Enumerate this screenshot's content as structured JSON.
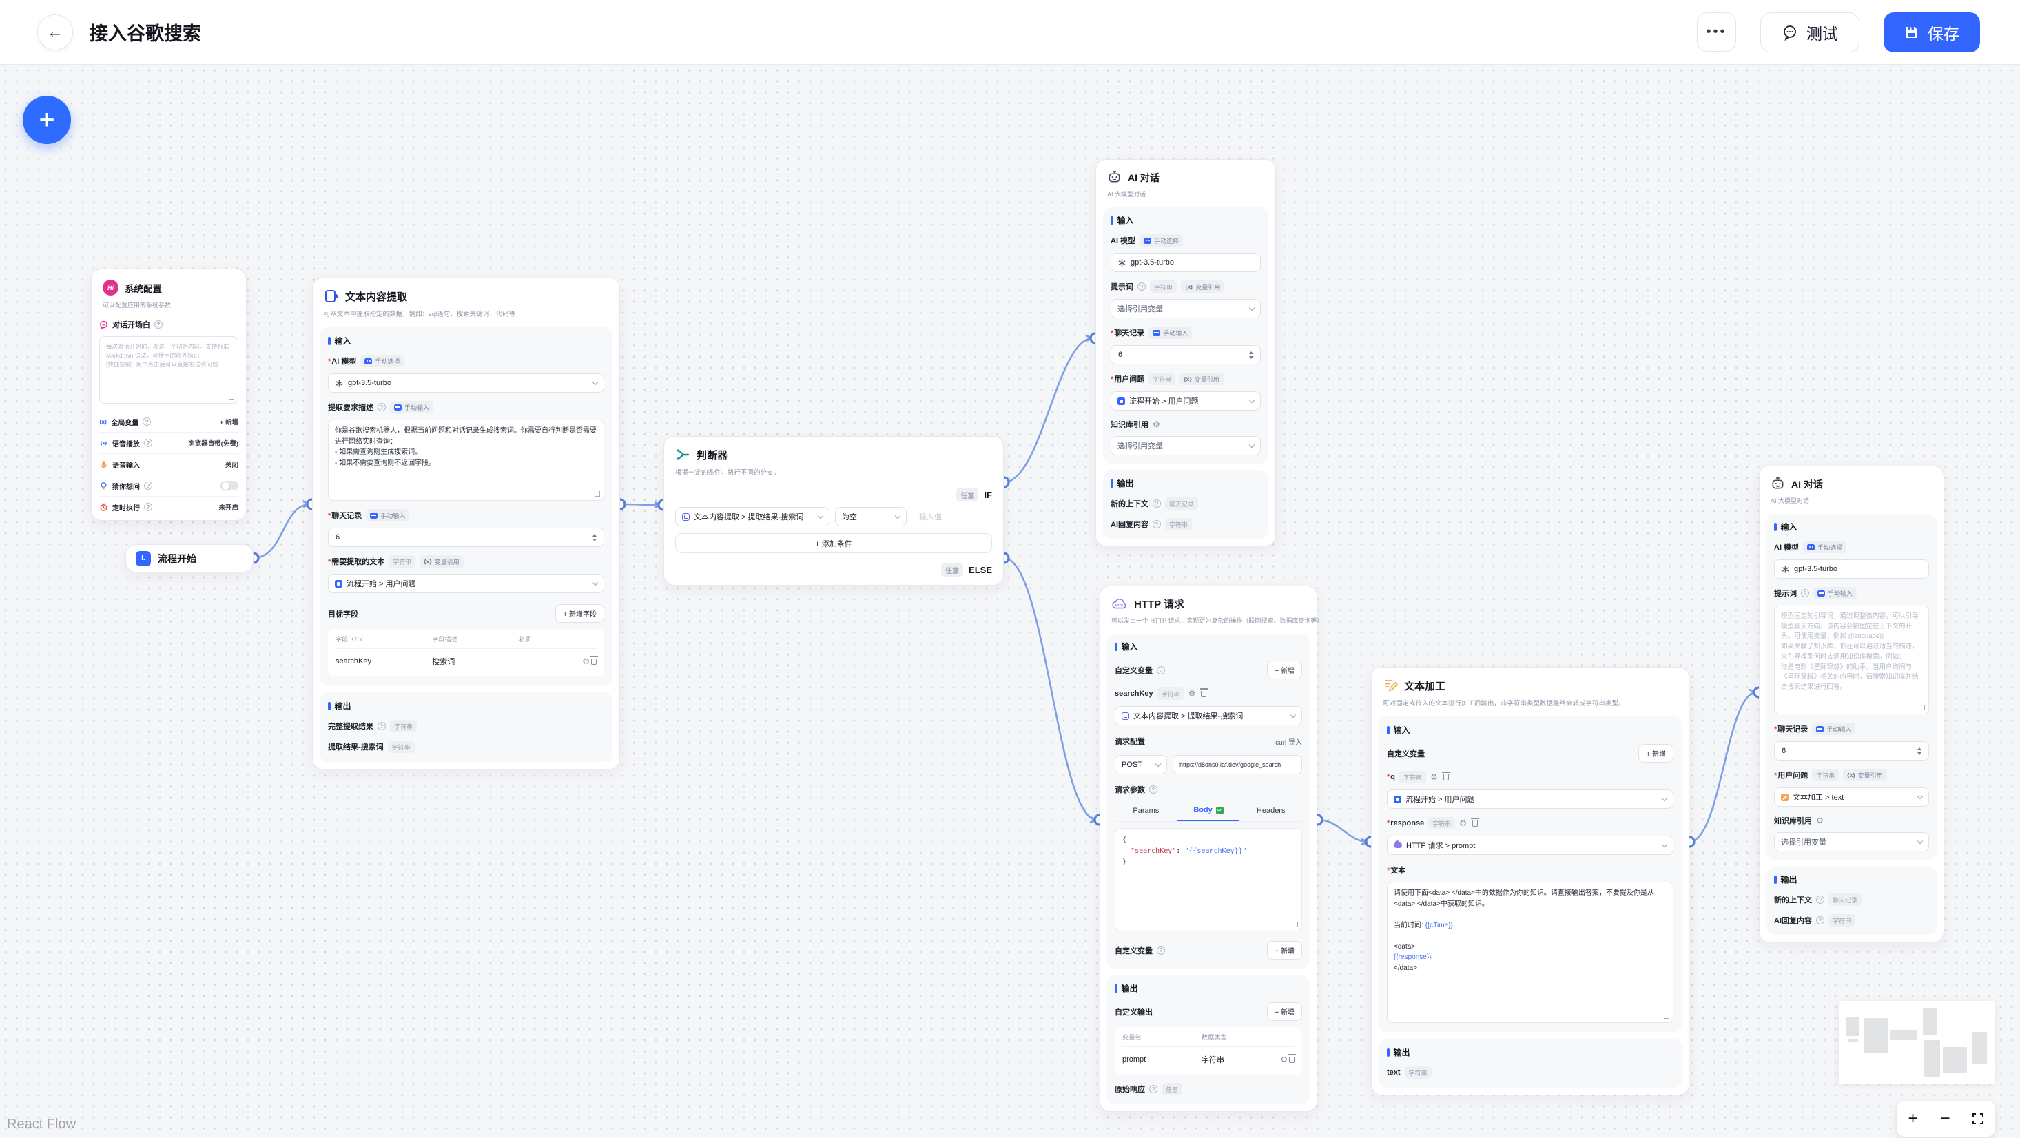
{
  "colors": {
    "primary": "#3365ff",
    "edge": "#7e9fe3",
    "brand_pink": "#e0318f",
    "judge_teal": "#0d9488",
    "http_purple": "#8a7ce8",
    "textedit_orange": "#f3a64c"
  },
  "header": {
    "title": "接入谷歌搜索",
    "more": "•••",
    "test": "测试",
    "save": "保存"
  },
  "canvas": {
    "attribution": "React Flow",
    "zoom_in": "+",
    "zoom_out": "−"
  },
  "labels": {
    "input": "输入",
    "output": "输出",
    "manual_select": "手动选择",
    "manual_input": "手动输入",
    "string": "字符串",
    "var_ref": "变量引用",
    "chat_history_type": "聊天记录",
    "any": "任意",
    "add": "+ 新增",
    "choose_var": "选择引用变量",
    "ai_model": "AI 模型",
    "prompt": "提示词",
    "chat_history": "聊天记录",
    "user_question": "用户问题",
    "kb_ref": "知识库引用",
    "new_context": "新的上下文",
    "ai_reply": "AI回复内容",
    "model": "gpt-3.5-turbo",
    "rounds": "6",
    "ref_start_question": "流程开始 > 用户问题",
    "ref_extract_result": "文本内容提取 > 提取结果-搜索词",
    "varref_icon": "{x}"
  },
  "system": {
    "title": "系统配置",
    "avatar": "Hi",
    "desc": "可以配置应用的系统参数",
    "welcome_label": "对话开场白",
    "welcome_placeholder": "每次对话开始前，发送一个初始内容。支持标准 Markdown 语法，可使用的额外标记:\n[快捷按键]: 用户点击后可以直接发送该问题",
    "rows": [
      {
        "label": "全局变量",
        "value": "+ 新增"
      },
      {
        "label": "语音播放",
        "value": "浏览器自带(免费)"
      },
      {
        "label": "语音输入",
        "value": "关闭"
      },
      {
        "label": "猜你想问",
        "value": ""
      },
      {
        "label": "定时执行",
        "value": "未开启"
      }
    ]
  },
  "start": {
    "label": "流程开始"
  },
  "extract": {
    "title": "文本内容提取",
    "desc": "可从文本中提取指定的数据，例如：sql语句、搜索关键词、代码等",
    "req_desc_label": "提取要求描述",
    "prompt": "你是谷歌搜索机器人，根据当前问题和对话记录生成搜索词。你需要自行判断是否需要进行网络实时查询：\n- 如果需查询则生成搜索词。\n- 如果不需要查询则不返回字段。",
    "target_text_label": "需要提取的文本",
    "target_fields_label": "目标字段",
    "add_field": "+ 新增字段",
    "col_key": "字段 KEY",
    "col_desc": "字段描述",
    "col_required": "必须",
    "field_key": "searchKey",
    "field_desc": "搜索词",
    "out_full": "完整提取结果",
    "out_search": "提取结果-搜索词"
  },
  "judge": {
    "title": "判断器",
    "desc": "根据一定的条件，执行不同的分支。",
    "if": "IF",
    "else": "ELSE",
    "op": "为空",
    "value_placeholder": "输入值",
    "add_condition": "+ 添加条件"
  },
  "chat1": {
    "title": "AI 对话",
    "desc": "AI 大模型对话"
  },
  "http": {
    "title": "HTTP 请求",
    "desc": "可以发出一个 HTTP 请求，实现更为复杂的操作（联网搜索、数据库查询等）",
    "custom_var": "自定义变量",
    "var_name": "searchKey",
    "req_config": "请求配置",
    "curl": "curl 导入",
    "method": "POST",
    "url": "https://d8dns0.laf.dev/google_search",
    "req_params": "请求参数",
    "tabs": [
      "Params",
      "Body",
      "Headers"
    ],
    "code_brace_open": "{",
    "code_key": "\"searchKey\"",
    "code_sep": ": ",
    "code_value": "\"{{searchKey}}\"",
    "code_brace_close": "}",
    "custom_output": "自定义输出",
    "col_var": "变量名",
    "col_type": "数据类型",
    "out_var": "prompt",
    "out_type": "字符串",
    "raw_resp": "原始响应"
  },
  "textedit": {
    "title": "文本加工",
    "desc": "可对固定或传入的文本进行加工后输出，非字符串类型数据最终会转成字符串类型。",
    "custom_var": "自定义变量",
    "var_q": "q",
    "var_response": "response",
    "ref_http_prompt": "HTTP 请求 > prompt",
    "text_label": "文本",
    "text_line1": "请使用下面<data> </data>中的数据作为你的知识。请直接输出答案，不要提及你是从<data> </data>中获取的知识。",
    "time_prefix": "当前时间: ",
    "time_var": "{{cTime}}",
    "tag_open": "<data>",
    "var_resp_tpl": "{{response}}",
    "tag_close": "</data>",
    "out_text": "text"
  },
  "chat2": {
    "title": "AI 对话",
    "desc": "AI 大模型对话",
    "prompt_placeholder": "模型固定的引导词，通过调整该内容，可以引导模型聊天方向。该内容会被固定在上下文的开头。可使用变量，例如 {{language}}\n如果关联了知识库，你还可以通过适当的描述，来引导模型何时去调用知识库搜索。例如：\n你是电影《星际穿越》的助手，当用户询问与《星际穿越》相关的内容时，请搜索知识库并结合搜索结果进行回答。",
    "ref_text": "文本加工 > text"
  }
}
